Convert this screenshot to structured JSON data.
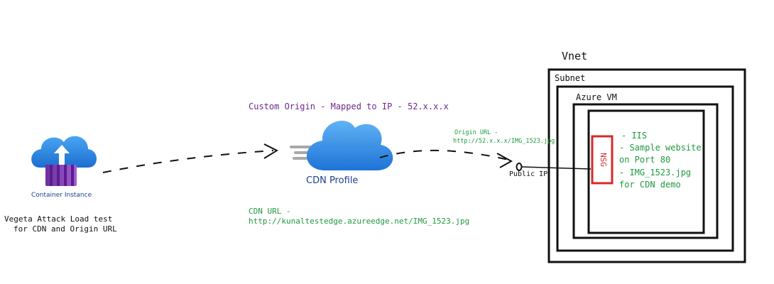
{
  "container": {
    "label": "Container Instance",
    "caption_line1": "Vegeta Attack Load test",
    "caption_line2": "for CDN and Origin URL"
  },
  "cdn": {
    "label": "CDN Profile",
    "custom_origin": "Custom Origin - Mapped to IP - 52.x.x.x",
    "url_title": "CDN URL -",
    "url_value": "http://kunaltestedge.azureedge.net/IMG_1523.jpg"
  },
  "origin": {
    "title": "Origin URL -",
    "value": "http://52.x.x.x/IMG_1523.jpg"
  },
  "public_ip": "Public IP",
  "network": {
    "vnet": "Vnet",
    "subnet": "Subnet",
    "azure_vm": "Azure VM",
    "nsg": "NSG",
    "vm_items": [
      "- IIS",
      "- Sample website",
      "on Port 80",
      "- IMG_1523.jpg",
      "for CDN demo"
    ]
  },
  "colors": {
    "green_text": "#1f9a3f",
    "purple_text": "#6a2a8f",
    "nsg_red": "#d42a2a",
    "azure_blue": "#2f8ee8",
    "container_purple": "#8c3fb8"
  }
}
